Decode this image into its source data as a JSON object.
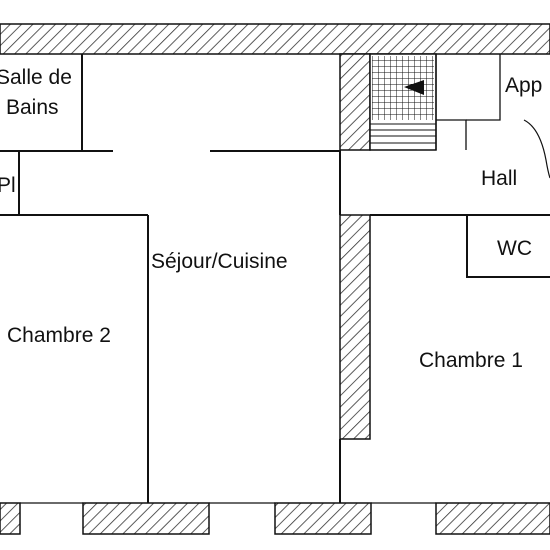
{
  "rooms": {
    "salle_de_bains_line1": "Salle de",
    "salle_de_bains_line2": "Bains",
    "placard": "Pl",
    "sejour_cuisine": "Séjour/Cuisine",
    "chambre_2": "Chambre 2",
    "hall": "Hall",
    "wc": "WC",
    "chambre_1": "Chambre 1",
    "appartement_cut": "App"
  },
  "colors": {
    "wall_line": "#111111",
    "hatch": "#333333",
    "background": "#ffffff"
  },
  "icons": {
    "stair_direction": "arrow-left-triangle"
  }
}
